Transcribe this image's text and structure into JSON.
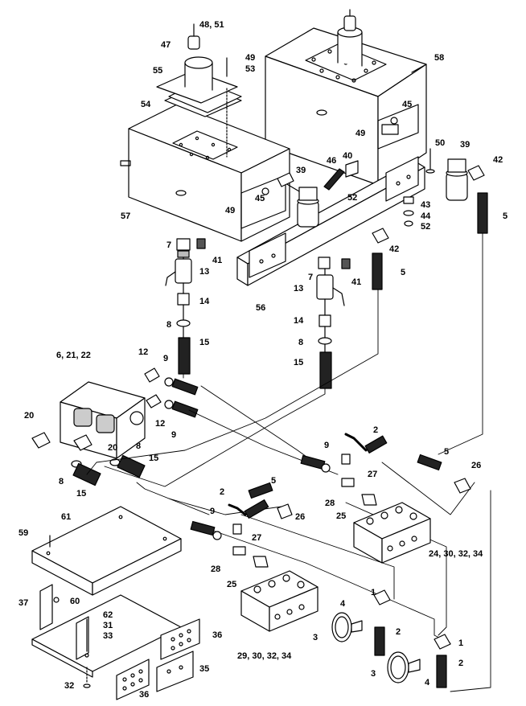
{
  "diagram": {
    "line_color": "#000000",
    "fill_color": "#ffffff",
    "shade_color": "#d9d9d9",
    "callouts": [
      {
        "id": "c-48-51",
        "text": "48, 51"
      },
      {
        "id": "c-47",
        "text": "47"
      },
      {
        "id": "c-49-top",
        "text": "49"
      },
      {
        "id": "c-53",
        "text": "53"
      },
      {
        "id": "c-55",
        "text": "55"
      },
      {
        "id": "c-54",
        "text": "54"
      },
      {
        "id": "c-58",
        "text": "58"
      },
      {
        "id": "c-45-right",
        "text": "45"
      },
      {
        "id": "c-49-right",
        "text": "49"
      },
      {
        "id": "c-50",
        "text": "50"
      },
      {
        "id": "c-39-right",
        "text": "39"
      },
      {
        "id": "c-42-top",
        "text": "42"
      },
      {
        "id": "c-40",
        "text": "40"
      },
      {
        "id": "c-46",
        "text": "46"
      },
      {
        "id": "c-39-mid",
        "text": "39"
      },
      {
        "id": "c-57",
        "text": "57"
      },
      {
        "id": "c-45-left",
        "text": "45"
      },
      {
        "id": "c-49-left",
        "text": "49"
      },
      {
        "id": "c-52-mid",
        "text": "52"
      },
      {
        "id": "c-43",
        "text": "43"
      },
      {
        "id": "c-44",
        "text": "44"
      },
      {
        "id": "c-52-right",
        "text": "52"
      },
      {
        "id": "c-5-top",
        "text": "5"
      },
      {
        "id": "c-42-mid",
        "text": "42"
      },
      {
        "id": "c-7-left",
        "text": "7"
      },
      {
        "id": "c-41-left",
        "text": "41"
      },
      {
        "id": "c-13-left",
        "text": "13"
      },
      {
        "id": "c-7-mid",
        "text": "7"
      },
      {
        "id": "c-41-mid",
        "text": "41"
      },
      {
        "id": "c-5-mid",
        "text": "5"
      },
      {
        "id": "c-14-left",
        "text": "14"
      },
      {
        "id": "c-56",
        "text": "56"
      },
      {
        "id": "c-13-mid",
        "text": "13"
      },
      {
        "id": "c-8-left",
        "text": "8"
      },
      {
        "id": "c-14-mid",
        "text": "14"
      },
      {
        "id": "c-15-left",
        "text": "15"
      },
      {
        "id": "c-8-mid",
        "text": "8"
      },
      {
        "id": "c-15-mid",
        "text": "15"
      },
      {
        "id": "c-6-21-22",
        "text": "6, 21, 22"
      },
      {
        "id": "c-12-top",
        "text": "12"
      },
      {
        "id": "c-9-top",
        "text": "9"
      },
      {
        "id": "c-12-bot",
        "text": "12"
      },
      {
        "id": "c-9-mid",
        "text": "9"
      },
      {
        "id": "c-20-left",
        "text": "20"
      },
      {
        "id": "c-20-mid",
        "text": "20"
      },
      {
        "id": "c-8-pump",
        "text": "8"
      },
      {
        "id": "c-15-pump-r",
        "text": "15"
      },
      {
        "id": "c-8-pump-l",
        "text": "8"
      },
      {
        "id": "c-15-pump-l",
        "text": "15"
      },
      {
        "id": "c-2-top",
        "text": "2"
      },
      {
        "id": "c-9-right",
        "text": "9"
      },
      {
        "id": "c-27-right",
        "text": "27"
      },
      {
        "id": "c-5-right",
        "text": "5"
      },
      {
        "id": "c-26-right",
        "text": "26"
      },
      {
        "id": "c-28-right",
        "text": "28"
      },
      {
        "id": "c-25-right",
        "text": "25"
      },
      {
        "id": "c-24-30-32-34",
        "text": "24, 30, 32, 34"
      },
      {
        "id": "c-2-mid",
        "text": "2"
      },
      {
        "id": "c-5-center",
        "text": "5"
      },
      {
        "id": "c-26-center",
        "text": "26"
      },
      {
        "id": "c-9-center",
        "text": "9"
      },
      {
        "id": "c-27-center",
        "text": "27"
      },
      {
        "id": "c-61",
        "text": "61"
      },
      {
        "id": "c-59",
        "text": "59"
      },
      {
        "id": "c-28-center",
        "text": "28"
      },
      {
        "id": "c-25-center",
        "text": "25"
      },
      {
        "id": "c-37",
        "text": "37"
      },
      {
        "id": "c-60",
        "text": "60"
      },
      {
        "id": "c-1-top",
        "text": "1"
      },
      {
        "id": "c-4-top",
        "text": "4"
      },
      {
        "id": "c-62",
        "text": "62"
      },
      {
        "id": "c-31",
        "text": "31"
      },
      {
        "id": "c-33",
        "text": "33"
      },
      {
        "id": "c-36-right",
        "text": "36"
      },
      {
        "id": "c-3-top",
        "text": "3"
      },
      {
        "id": "c-2-gauge-top",
        "text": "2"
      },
      {
        "id": "c-29-30-32-34",
        "text": "29, 30, 32, 34"
      },
      {
        "id": "c-1-bot",
        "text": "1"
      },
      {
        "id": "c-35",
        "text": "35"
      },
      {
        "id": "c-2-gauge-bot",
        "text": "2"
      },
      {
        "id": "c-3-bot",
        "text": "3"
      },
      {
        "id": "c-4-bot",
        "text": "4"
      },
      {
        "id": "c-32",
        "text": "32"
      },
      {
        "id": "c-36-bot",
        "text": "36"
      }
    ]
  }
}
